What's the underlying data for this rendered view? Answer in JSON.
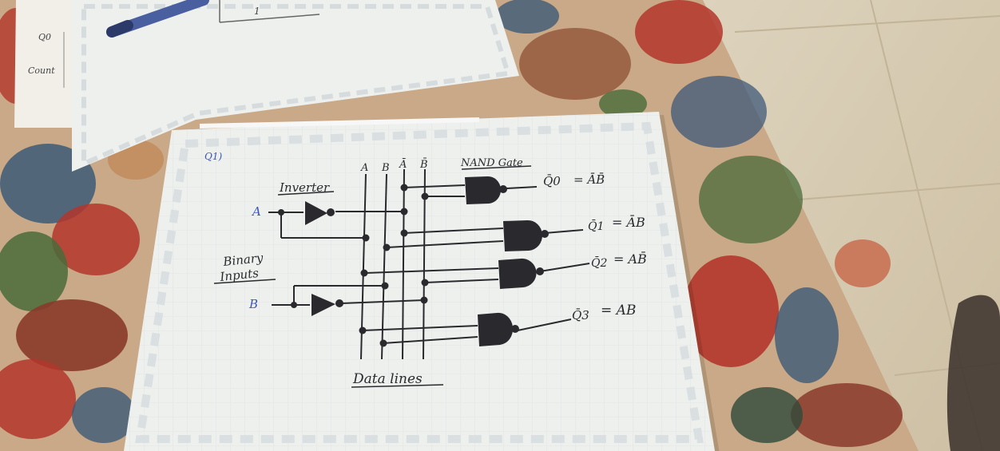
{
  "photo": {
    "subject": "handwritten-2to4-decoder-diagram",
    "colors": {
      "bedspread_base": "#c9a987",
      "floor_tile": "#d8cdb6",
      "paper": "#eef0ee",
      "ink_dark": "#2a2a2e",
      "ink_blue": "#3a57b8",
      "floral_red": "#b3362b",
      "floral_blue": "#3d5a78",
      "floral_green": "#4a6b3a"
    }
  },
  "diagram": {
    "question_number": "Q1)",
    "inverter_label": "Inverter",
    "nand_label": "NAND Gate",
    "input_a": "A",
    "input_b": "B",
    "side_label_line1": "Binary",
    "side_label_line2": "Inputs",
    "data_lines_label": "Data lines",
    "bus_labels": [
      "A",
      "B",
      "Ā",
      "B̄"
    ],
    "outputs": [
      {
        "lhs": "Q̄0",
        "rhs": "= ĀB̄"
      },
      {
        "lhs": "Q̄1",
        "rhs": "= ĀB"
      },
      {
        "lhs": "Q̄2",
        "rhs": "= AB̄"
      },
      {
        "lhs": "Q̄3",
        "rhs": "= AB"
      }
    ]
  },
  "background_sheet": {
    "row_label_1": "Q0",
    "row_label_2": "Count",
    "cell_value": "1"
  }
}
